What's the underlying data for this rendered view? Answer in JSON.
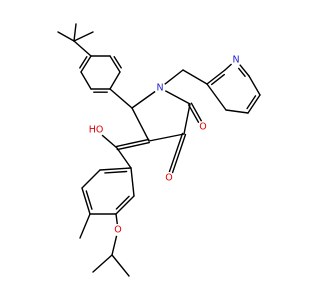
{
  "molecule": {
    "atoms": {
      "n_pyrrole": {
        "symbol": "N",
        "color": "#1f1fd0"
      },
      "o_ketone": {
        "symbol": "O",
        "color": "#e00000"
      },
      "o_lactam": {
        "symbol": "O",
        "color": "#e00000"
      },
      "o_hydroxyl": {
        "symbol": "HO",
        "color": "#e00000"
      },
      "o_ether": {
        "symbol": "O",
        "color": "#e00000"
      },
      "n_pyridine": {
        "symbol": "N",
        "color": "#1f1fd0"
      }
    }
  }
}
